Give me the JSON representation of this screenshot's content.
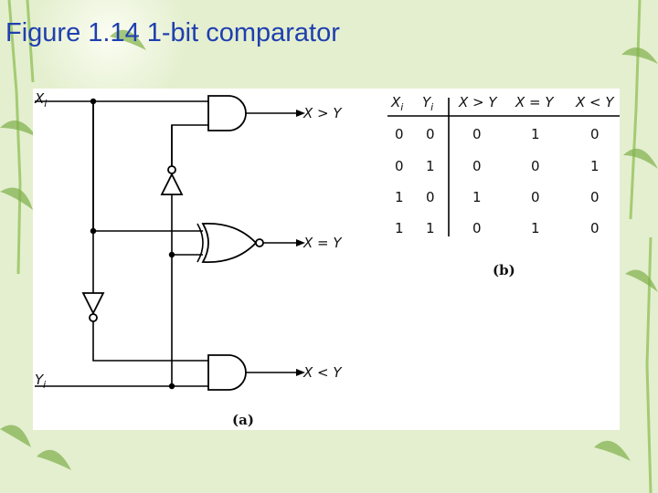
{
  "slide": {
    "title": "Figure 1.14 1-bit comparator"
  },
  "circuit": {
    "input_x": "X",
    "input_x_sub": "i",
    "input_y": "Y",
    "input_y_sub": "i",
    "out_gt": "X > Y",
    "out_eq": "X = Y",
    "out_lt": "X < Y",
    "caption": "(a)"
  },
  "truth_table": {
    "headers": [
      {
        "main": "X",
        "sub": "i"
      },
      {
        "main": "Y",
        "sub": "i"
      },
      {
        "main": "X > Y",
        "sub": ""
      },
      {
        "main": "X = Y",
        "sub": ""
      },
      {
        "main": "X < Y",
        "sub": ""
      }
    ],
    "rows": [
      [
        "0",
        "0",
        "0",
        "1",
        "0"
      ],
      [
        "0",
        "1",
        "0",
        "0",
        "1"
      ],
      [
        "1",
        "0",
        "1",
        "0",
        "0"
      ],
      [
        "1",
        "1",
        "0",
        "1",
        "0"
      ]
    ],
    "caption": "(b)"
  },
  "colors": {
    "background": "#e4efcf",
    "title": "#1f3fb0",
    "panel": "#ffffff",
    "ink": "#000000"
  }
}
